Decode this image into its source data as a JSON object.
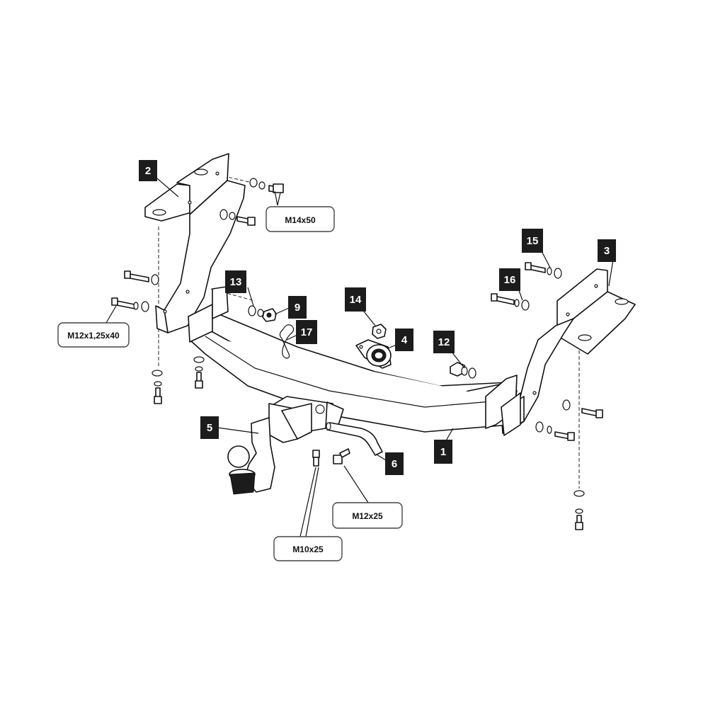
{
  "callouts": {
    "c1": "1",
    "c2": "2",
    "c3": "3",
    "c4": "4",
    "c5": "5",
    "c6": "6",
    "c9": "9",
    "c12": "12",
    "c13": "13",
    "c14": "14",
    "c15": "15",
    "c16": "16",
    "c17": "17"
  },
  "bolt_specs": {
    "m14x50": "M14x50",
    "m12x125x40": "M12x1,25x40",
    "m12x25": "M12x25",
    "m10x25": "M10x25"
  }
}
